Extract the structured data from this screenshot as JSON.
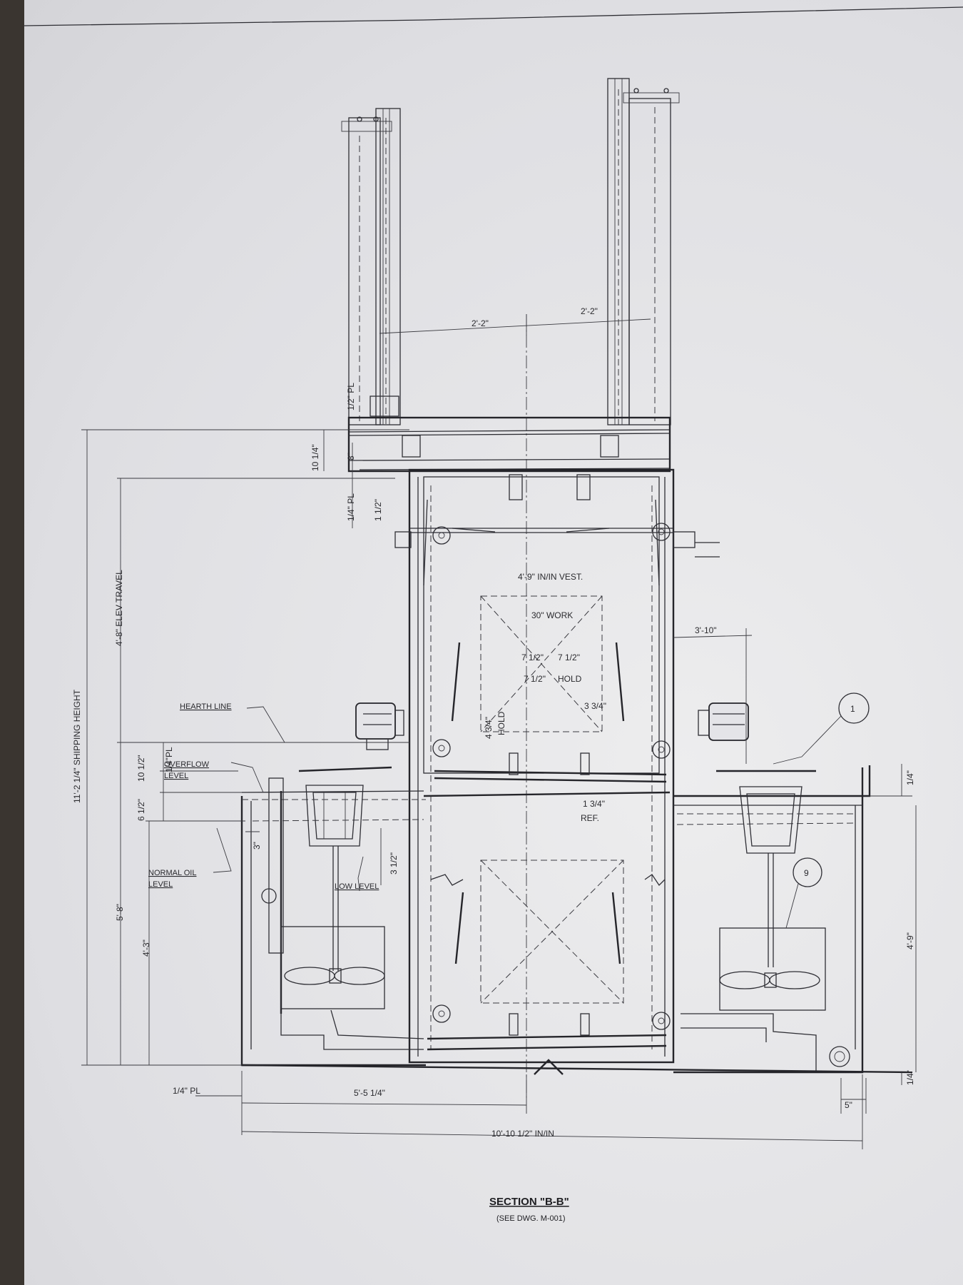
{
  "drawing": {
    "title": "SECTION \"B-B\"",
    "reference": "(SEE DWG. M-001)"
  },
  "dimensions": {
    "column_spacing_left": "2'-2\"",
    "column_spacing_right": "2'-2\"",
    "plate_half_inch": "1/2\" PL",
    "height_10_quarter": "10 1/4\"",
    "height_8": "8\"",
    "plate_quarter_inch": "1/4\" PL",
    "height_1_half": "1 1/2\"",
    "vestibule_width": "4'-9\" IN/IN VEST.",
    "work_width": "30\" WORK",
    "offset_3_10": "3'-10\"",
    "spacing_7_half_a": "7 1/2\"",
    "spacing_7_half_b": "7 1/2\"",
    "hold_7_half": "7 1/2\"",
    "hold_label": "HOLD",
    "offset_3_3q": "3 3/4\"",
    "hold_4_3q": "4 3/4\"",
    "hold_vertical": "HOLD",
    "ref_1_3q": "1 3/4\"",
    "ref_label": "REF.",
    "elev_travel": "4'-8\" ELEV TRAVEL",
    "shipping_height": "11'-2 1/4\" SHIPPING HEIGHT",
    "height_10_half": "10 1/2\"",
    "plate_quarter_b": "1/4\"PL",
    "height_6_half": "6 1/2\"",
    "height_3": "3\"",
    "height_3_half": "3 1/2\"",
    "height_5_8": "5'-8\"",
    "height_4_3": "4'-3\"",
    "height_quarter_top": "1/4\"",
    "height_4_9": "4'-9\"",
    "plate_quarter_bottom": "1/4\" PL",
    "half_width": "5'-5 1/4\"",
    "overall_width": "10'-10 1/2\" IN/IN",
    "offset_5": "5\"",
    "height_quarter_bottom": "1/4\""
  },
  "labels": {
    "hearth_line": "HEARTH LINE",
    "overflow_1": "OVERFLOW",
    "overflow_2": "LEVEL",
    "normal_oil_1": "NORMAL OIL",
    "normal_oil_2": "LEVEL",
    "low_level": "LOW LEVEL"
  },
  "callouts": [
    {
      "number": "1"
    },
    {
      "number": "9"
    }
  ]
}
